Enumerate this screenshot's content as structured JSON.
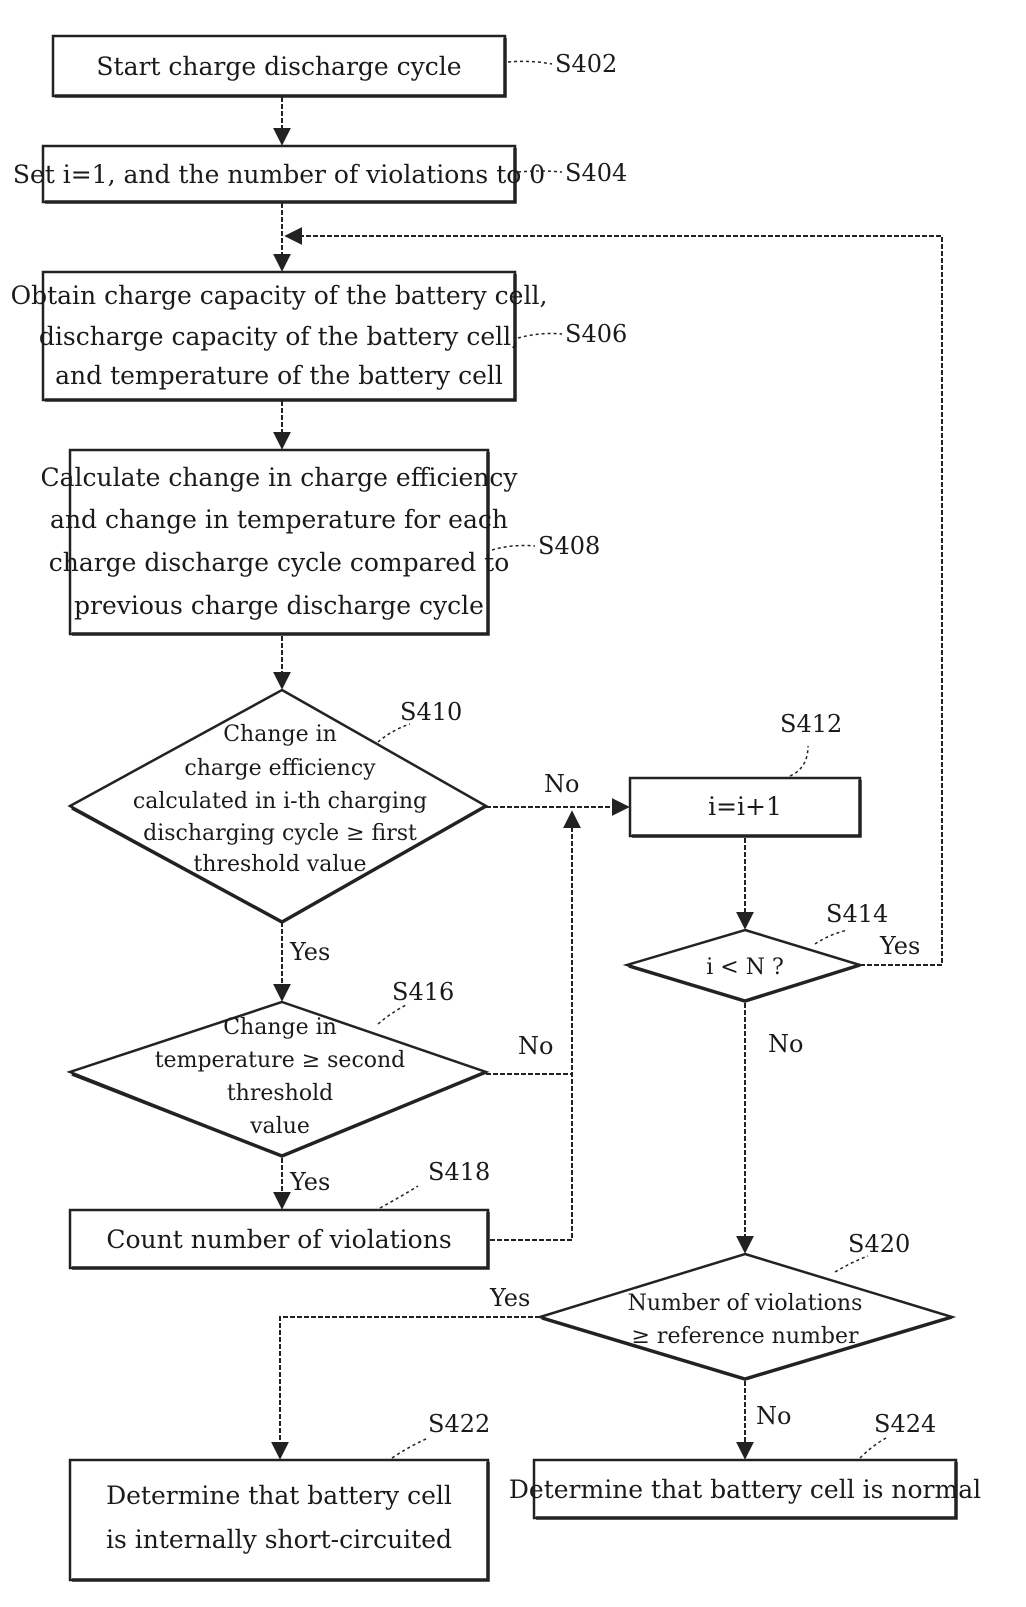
{
  "nodes": {
    "s402": {
      "lines": [
        "Start charge discharge cycle"
      ],
      "step": "S402"
    },
    "s404": {
      "lines": [
        "Set i=1, and the number of violations to 0"
      ],
      "step": "S404"
    },
    "s406": {
      "lines": [
        "Obtain charge capacity of the battery cell,",
        "discharge capacity of the battery cell,",
        "and temperature of the battery cell"
      ],
      "step": "S406"
    },
    "s408": {
      "lines": [
        "Calculate change in charge efficiency",
        "and change in temperature for each",
        "charge discharge cycle compared to",
        "previous charge discharge cycle"
      ],
      "step": "S408"
    },
    "s410": {
      "lines": [
        "Change in",
        "charge efficiency",
        "calculated in i-th charging",
        "discharging cycle ≥ first",
        "threshold value"
      ],
      "step": "S410"
    },
    "s412": {
      "lines": [
        "i=i+1"
      ],
      "step": "S412"
    },
    "s414": {
      "lines": [
        "i < N ?"
      ],
      "step": "S414"
    },
    "s416": {
      "lines": [
        "Change in",
        "temperature ≥ second",
        "threshold",
        "value"
      ],
      "step": "S416"
    },
    "s418": {
      "lines": [
        "Count number of violations"
      ],
      "step": "S418"
    },
    "s420": {
      "lines": [
        "Number of violations",
        "≥ reference number"
      ],
      "step": "S420"
    },
    "s422": {
      "lines": [
        "Determine that battery cell",
        "is internally short-circuited"
      ],
      "step": "S422"
    },
    "s424": {
      "lines": [
        "Determine that battery cell is normal"
      ],
      "step": "S424"
    }
  },
  "edges": {
    "s410_no": "No",
    "s410_yes": "Yes",
    "s416_no": "No",
    "s416_yes": "Yes",
    "s414_yes": "Yes",
    "s414_no": "No",
    "s420_yes": "Yes",
    "s420_no": "No"
  }
}
